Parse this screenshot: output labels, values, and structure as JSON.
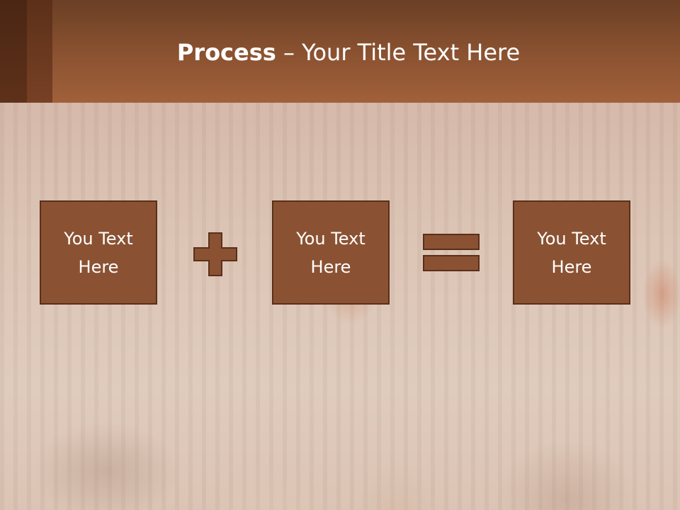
{
  "slide": {
    "title_bold": "Process",
    "title_rest": " – Your Title Text Here"
  },
  "boxes": [
    {
      "line1": "You Text",
      "line2": "Here"
    },
    {
      "line1": "You Text",
      "line2": "Here"
    },
    {
      "line1": "You Text",
      "line2": "Here"
    }
  ],
  "operators": [
    "plus-icon",
    "equals-icon"
  ],
  "colors": {
    "header": "#8c5331",
    "box_fill": "#8a5233",
    "box_border": "#5a2f19",
    "text": "#ffffff"
  }
}
